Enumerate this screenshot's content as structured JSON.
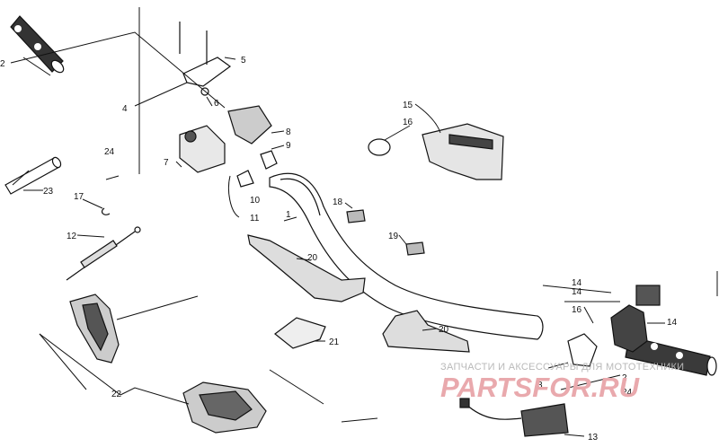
{
  "parts": [
    {
      "id": "p1",
      "number": "1"
    },
    {
      "id": "p2a",
      "number": "2"
    },
    {
      "id": "p2b",
      "number": "2"
    },
    {
      "id": "p3",
      "number": "3"
    },
    {
      "id": "p4",
      "number": "4"
    },
    {
      "id": "p5",
      "number": "5"
    },
    {
      "id": "p6",
      "number": "6"
    },
    {
      "id": "p7",
      "number": "7"
    },
    {
      "id": "p8",
      "number": "8"
    },
    {
      "id": "p9",
      "number": "9"
    },
    {
      "id": "p10",
      "number": "10"
    },
    {
      "id": "p11",
      "number": "11"
    },
    {
      "id": "p12",
      "number": "12"
    },
    {
      "id": "p13",
      "number": "13"
    },
    {
      "id": "p14a",
      "number": "14"
    },
    {
      "id": "p14b",
      "number": "14"
    },
    {
      "id": "p15",
      "number": "15"
    },
    {
      "id": "p16",
      "number": "16"
    },
    {
      "id": "p17",
      "number": "17"
    },
    {
      "id": "p18",
      "number": "18"
    },
    {
      "id": "p19",
      "number": "19"
    },
    {
      "id": "p20a",
      "number": "20"
    },
    {
      "id": "p20b",
      "number": "20"
    },
    {
      "id": "p20c",
      "number": "20"
    },
    {
      "id": "p20d",
      "number": "20"
    },
    {
      "id": "p21",
      "number": "21"
    },
    {
      "id": "p22",
      "number": "22"
    },
    {
      "id": "p23",
      "number": "23"
    },
    {
      "id": "p24a",
      "number": "24"
    },
    {
      "id": "p24b",
      "number": "24"
    }
  ],
  "watermark": {
    "line1": "ЗАПЧАСТИ И АКСЕССУАРЫ ДЛЯ МОТОТЕХНИКИ",
    "line2": "PARTSFOR.RU"
  },
  "colors": {
    "ink": "#111111",
    "watermark_text": "#b9b9b9",
    "watermark_logo": "#e9a9ad"
  }
}
